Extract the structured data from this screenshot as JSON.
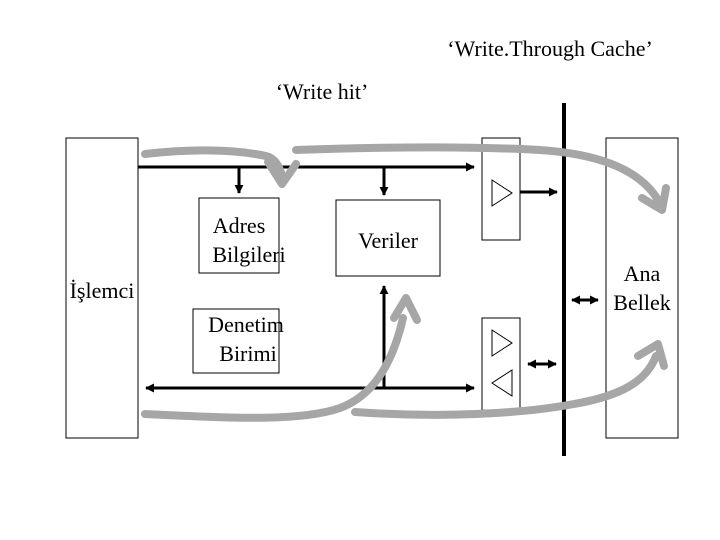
{
  "title": "‘Write.Through Cache’",
  "subtitle": "‘Write hit’",
  "blocks": {
    "processor": "İşlemci",
    "address": [
      "Adres",
      "Bilgileri"
    ],
    "data": "Veriler",
    "control": [
      "Denetim",
      "Birimi"
    ],
    "memory": [
      "Ana",
      "Bellek"
    ]
  },
  "colors": {
    "line": "#000000",
    "arrow_gray": "#a6a6a6",
    "box_fill": "#ffffff"
  }
}
